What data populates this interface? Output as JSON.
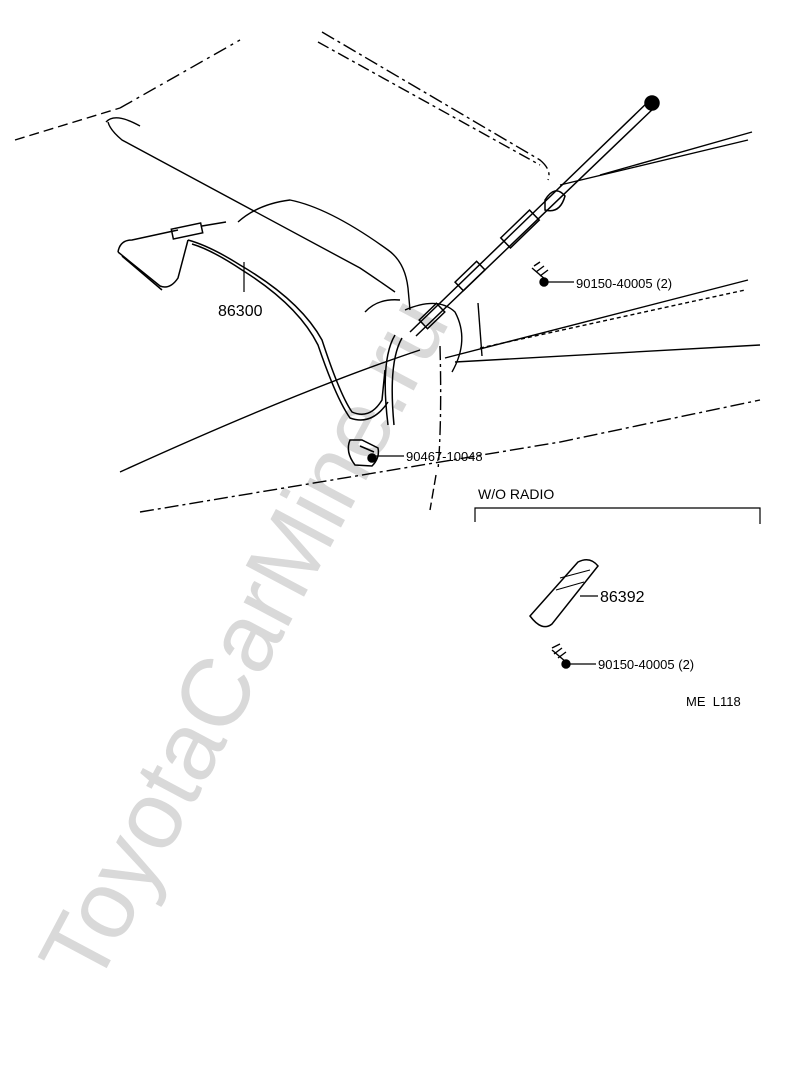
{
  "parts": {
    "antenna_cable": "86300",
    "screw_upper": "90150-40005 (2)",
    "clip": "90467-10048",
    "cover": "86392",
    "screw_lower": "90150-40005 (2)"
  },
  "section_label": "W/O RADIO",
  "diagram_code": "ME  L118",
  "watermark": "ToyotaCarMine.ru"
}
